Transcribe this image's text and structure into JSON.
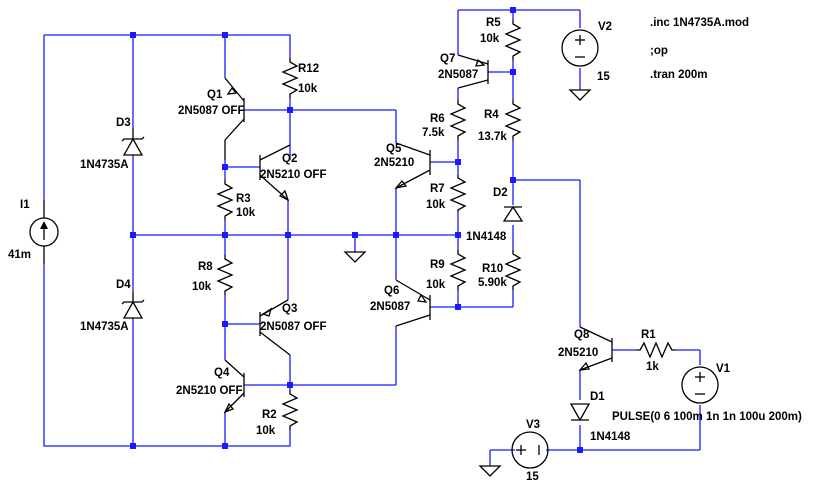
{
  "directives": [
    ".inc 1N4735A.mod",
    ";op",
    ".tran 200m"
  ],
  "components": {
    "I1": {
      "ref": "I1",
      "value": "41m"
    },
    "D3": {
      "ref": "D3",
      "value": "1N4735A"
    },
    "D4": {
      "ref": "D4",
      "value": "1N4735A"
    },
    "Q1": {
      "ref": "Q1",
      "value": "2N5087 OFF"
    },
    "Q2": {
      "ref": "Q2",
      "value": "2N5210 OFF"
    },
    "Q3": {
      "ref": "Q3",
      "value": "2N5087 OFF"
    },
    "Q4": {
      "ref": "Q4",
      "value": "2N5210 OFF"
    },
    "Q5": {
      "ref": "Q5",
      "value": "2N5210"
    },
    "Q6": {
      "ref": "Q6",
      "value": "2N5087"
    },
    "Q7": {
      "ref": "Q7",
      "value": "2N5087"
    },
    "Q8": {
      "ref": "Q8",
      "value": "2N5210"
    },
    "R1": {
      "ref": "R1",
      "value": "1k"
    },
    "R2": {
      "ref": "R2",
      "value": "10k"
    },
    "R3": {
      "ref": "R3",
      "value": "10k"
    },
    "R4": {
      "ref": "R4",
      "value": "13.7k"
    },
    "R5": {
      "ref": "R5",
      "value": "10k"
    },
    "R6": {
      "ref": "R6",
      "value": "7.5k"
    },
    "R7": {
      "ref": "R7",
      "value": "10k"
    },
    "R8": {
      "ref": "R8",
      "value": "10k"
    },
    "R9": {
      "ref": "R9",
      "value": "10k"
    },
    "R10": {
      "ref": "R10",
      "value": "5.90k"
    },
    "R12": {
      "ref": "R12",
      "value": "10k"
    },
    "D1": {
      "ref": "D1",
      "value": "1N4148"
    },
    "D2": {
      "ref": "D2",
      "value": "1N4148"
    },
    "V1": {
      "ref": "V1",
      "value": "PULSE(0 6 100m 1n 1n 100u 200m)"
    },
    "V2": {
      "ref": "V2",
      "value": "15"
    },
    "V3": {
      "ref": "V3",
      "value": "15"
    }
  }
}
